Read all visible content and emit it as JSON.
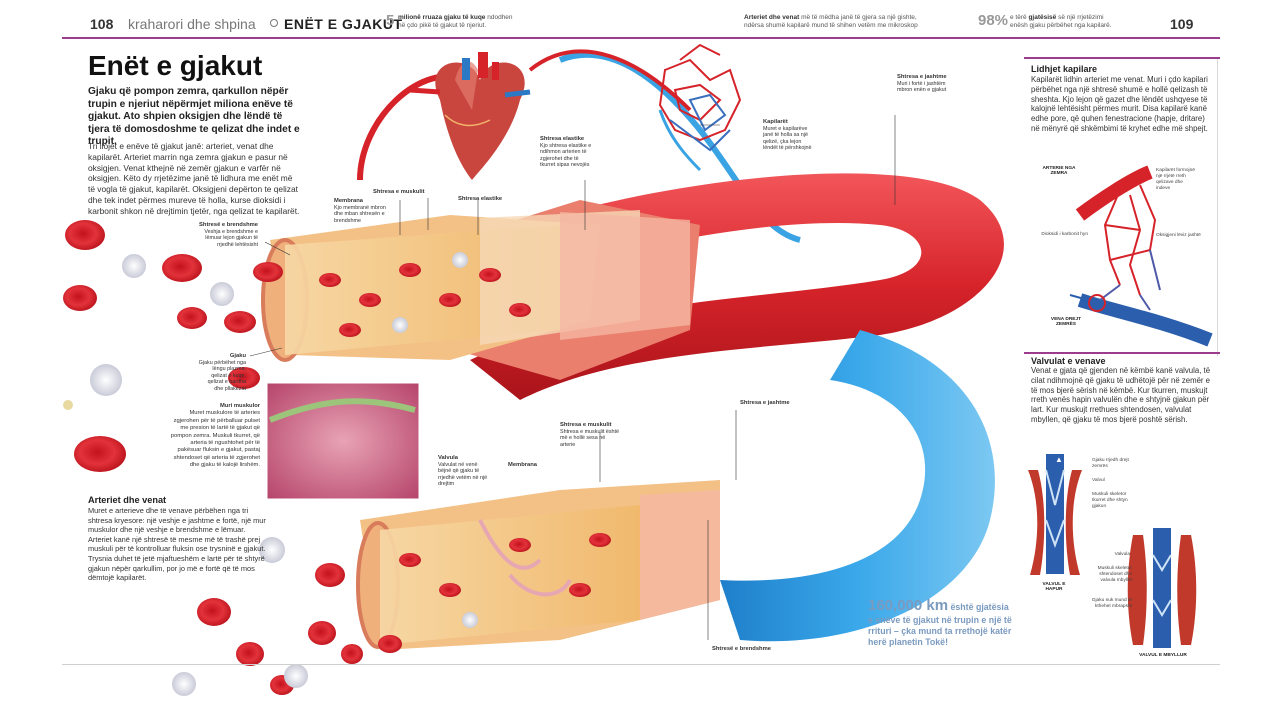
{
  "header": {
    "left_page_number": "108",
    "section": "kraharori dhe shpina",
    "chapter_title": "ENËT E GJAKUT",
    "fact1_number": "5",
    "fact1_line1_bold": "milionë rruaza gjaku të kuqe",
    "fact1_line1_rest": " ndodhen",
    "fact1_line2": "në çdo pikë të gjakut të njeriut.",
    "fact2_line1_bold": "Arteriet dhe venat",
    "fact2_line1_rest": " më të mëdha janë të gjera sa një gishte,",
    "fact2_line2": "ndërsa shumë kapilarë mund të shihen vetëm me mikroskop",
    "fact3_percent": "98%",
    "fact3_line1_rest": " e tërë ",
    "fact3_line1_bold": "gjatësisë",
    "fact3_line1_tail": " së një rrjetëzimi",
    "fact3_line2": "enësh gjaku përbëhet nga kapilarë.",
    "right_page_number": "109"
  },
  "left": {
    "title": "Enët e gjakut",
    "intro": "Gjaku që pompon zemra, qarkullon nëpër trupin e njeriut nëpërmjet miliona enëve të gjakut. Ato shpien oksigjen dhe lëndë të tjera të domosdoshme te qelizat dhe indet e trupit.",
    "body": "Tri llojet e enëve të gjakut janë: arteriet, venat dhe kapilarët. Arteriet marrin nga zemra gjakun e pasur në oksigjen. Venat kthejnë në zemër gjakun e varfër në oksigjen. Këto dy rrjetëzime janë të lidhura me enët më të vogla të gjakut, kapilarët. Oksigjeni depërton te qelizat dhe tek indet përmes mureve të holla, kurse dioksidi i karbonit shkon në drejtimin tjetër, nga qelizat te kapilarët.",
    "subsection_title": "Arteriet dhe venat",
    "subsection_body": "Muret e arterieve dhe të venave përbëhen nga tri shtresa kryesore: një veshje e jashtme e fortë, një mur muskulor dhe një veshje e brendshme e lëmuar. Arteriet kanë një shtresë të mesme më të trashë prej muskuli për të kontrolluar fluksin ose trysninë e gjakut. Trysnia duhet të jetë mjaftueshëm e lartë për të shtyrë gjakun nëpër qarkullim, por jo më e fortë që të mos dëmtojë kapilarët."
  },
  "labels": {
    "membrana_top_title": "Membrana",
    "membrana_top_text": "Kjo membranë mbron dhe mban shtresën e brendshme",
    "shtresa_muskulit_top": "Shtresa e muskulit",
    "shtresa_elastike_top": "Shtresa elastike",
    "shtresa_elastike_title": "Shtresa elastike",
    "shtresa_elastike_text": "Kjo shtresa elastike e ndihmon arterien të zgjerohet dhe të tkurret sipas nevojës",
    "kapilaret_title": "Kapilarët",
    "kapilaret_text": "Muret e kapilarëve janë të holla sa një qelizë, çka lejon lëndët të përshkojnë",
    "shtresa_jashtme_top_title": "Shtresa e jashtme",
    "shtresa_jashtme_top_text": "Muri i fortë i jashtëm mbron enën e gjakut",
    "shtresa_brendshme_title": "Shtresë e brendshme",
    "shtresa_brendshme_text": "Veshja e brendshme e lëmuar lejon gjakun të rrjedhë lehtësisht",
    "gjaku_title": "Gjaku",
    "gjaku_text": "Gjaku përbëhet nga lëngu plazma, qelizat e kuqe, qelizat e bardha dhe pllakëzat",
    "muri_muskulor_title": "Muri muskulor",
    "muri_muskulor_text": "Muret muskulore të arteries zgjerohen për të përballuar pulset me presion të lartë të gjakut që pompon zemra. Muskuli tkurret, që arteria të ngushtohet për të pakësuar fluksin e gjakut, pastaj shtendoset që arteria të zgjerohet dhe gjaku të kalojë lirshëm.",
    "shtresa_jashtme_mid": "Shtresa e jashtme",
    "shtresa_muskulit_mid_title": "Shtresa e muskulit",
    "shtresa_muskulit_mid_text": "Shtresa e muskulit është më e hollë sesa në arterie",
    "valvula_title": "Valvula",
    "valvula_text": "Valvulat në venë bëjnë që gjaku të rrjedhë vetëm në një drejtim",
    "membrana_mid": "Membrana",
    "shtresa_brendshme_bottom": "Shtresë e brendshme"
  },
  "capillary_box": {
    "title": "Lidhjet kapilare",
    "body": "Kapilarët lidhin arteriet me venat. Muri i çdo kapilari përbëhet nga një shtresë shumë e hollë qelizash të sheshta. Kjo lejon që gazet dhe lëndët ushqyese të kalojnë lehtësisht përmes murit. Disa kapilarë kanë edhe pore, që quhen fenestracione (hapje, dritare) në mënyrë që shkëmbimi të kryhet edhe më shpejt.",
    "lbl_arteria": "ARTERIE NGA ZEMRA",
    "lbl_kapilaret": "Kapilarët formojnë një rrjetë rreth qelizave dhe indeve",
    "lbl_oksigjeni": "Oksigjeni lëviz jashtë",
    "lbl_dioksidi": "Dioksidi i karbonit hyn",
    "lbl_vena": "VENA DREJT ZEMRËS"
  },
  "valve_box": {
    "title": "Valvulat e venave",
    "body": "Venat e gjata që gjenden në këmbë kanë valvula, të cilat ndihmojnë që gjaku të udhëtojë për në zemër e të mos bjerë sërish në këmbë. Kur tkurren, muskujt rreth venës hapin valvulën dhe e shtyjnë gjakun për lart. Kur muskujt rrethues shtendosen, valvulat mbyllen, që gjaku të mos bjerë poshtë sërish.",
    "lbl_gjaku_drejt": "Gjaku rrjedh drejt zemrës",
    "lbl_valvul": "Valvul",
    "lbl_muskul_tkurret": "Muskuli skeletor tkurret dhe shtyn gjakun",
    "lbl_valvula2": "Valvula",
    "lbl_muskul_shtendoset": "Muskuli skeletor shtendoset dhe valvula mbyllet",
    "lbl_gjaku_nuk": "Gjaku nuk mund të kthehet mbrapsht",
    "caption_open": "VALVUL E HAPUR",
    "caption_closed": "VALVUL E MBYLLUR"
  },
  "stat": {
    "number": "160,000 km",
    "text_a": " është gjatësia",
    "text_b": "e enëve të gjakut në trupin e një të",
    "text_c": "rrituri – çka mund ta rrethojë katër",
    "text_d": "herë planetin Tokë!"
  },
  "colors": {
    "accent": "#9b3d8c",
    "artery_red": "#d6232a",
    "vein_blue": "#3aa3e3",
    "stat_blue": "#7a9ac0"
  }
}
